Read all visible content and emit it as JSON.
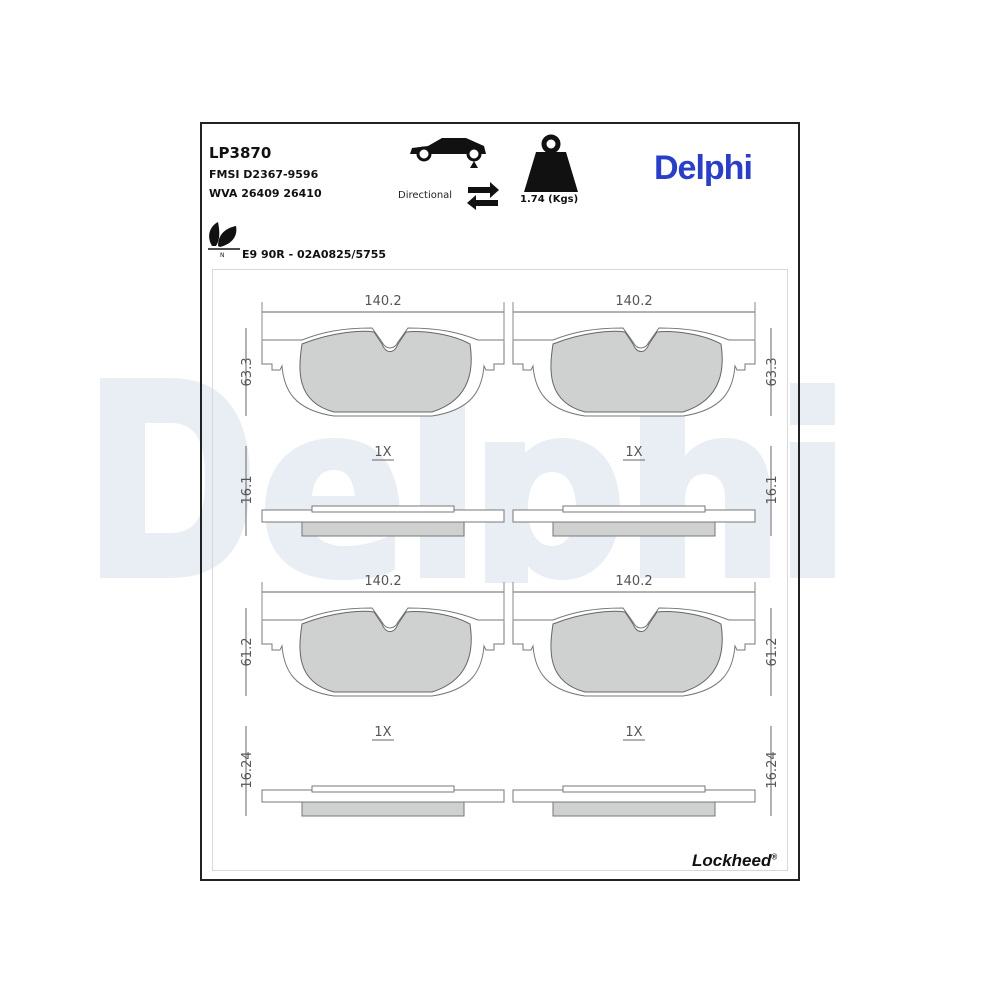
{
  "header": {
    "part_number": "LP3870",
    "fmsi": "FMSI D2367-9596",
    "wva": "WVA 26409 26410",
    "approval": "E9 90R - 02A0825/5755",
    "directional_label": "Directional",
    "weight": "1.74 (Kgs)",
    "brand": "Delphi",
    "icons": [
      "car-rear-axle-icon",
      "directional-arrows-icon",
      "weight-icon",
      "eco-leaf-icon"
    ],
    "eco_mark": "N"
  },
  "watermark": "Delphi",
  "footer": {
    "brand": "Lockheed",
    "registered": "®"
  },
  "colors": {
    "brand_blue": "#2a3fc8",
    "pad_fill": "#cfd0d0",
    "watermark": "#e9eef5"
  },
  "pads": [
    {
      "width": "140.2",
      "height": "63.3",
      "thickness": "16.1",
      "quantity": "1X"
    },
    {
      "width": "140.2",
      "height": "63.3",
      "thickness": "16.1",
      "quantity": "1X"
    },
    {
      "width": "140.2",
      "height": "61.2",
      "thickness": "16.24",
      "quantity": "1X"
    },
    {
      "width": "140.2",
      "height": "61.2",
      "thickness": "16.24",
      "quantity": "1X"
    }
  ]
}
